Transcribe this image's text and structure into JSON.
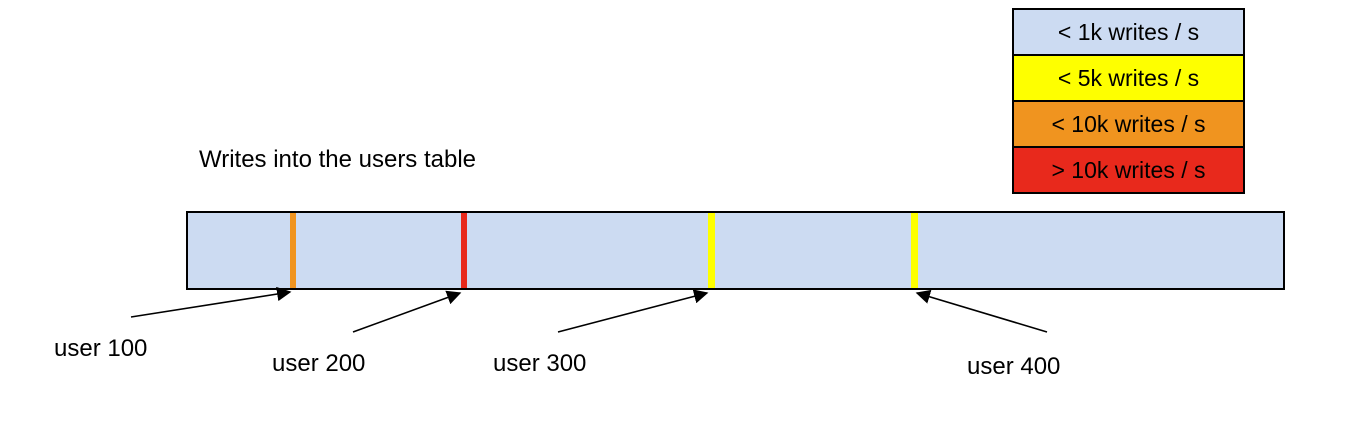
{
  "title": "Writes into the users table",
  "legend": {
    "items": [
      {
        "label": "< 1k writes / s",
        "color": "#ccdbf2"
      },
      {
        "label": "< 5k writes / s",
        "color": "#feff00"
      },
      {
        "label": "< 10k writes / s",
        "color": "#f0941f"
      },
      {
        "label": "> 10k writes / s",
        "color": "#e8291c"
      }
    ]
  },
  "bar": {
    "fill": "#ccdbf2",
    "border": "#000000"
  },
  "markers": [
    {
      "user": "user 100",
      "rate": "< 10k writes / s",
      "color": "#f0941f"
    },
    {
      "user": "user 200",
      "rate": "> 10k writes / s",
      "color": "#e8291c"
    },
    {
      "user": "user 300",
      "rate": "< 5k writes / s",
      "color": "#feff00"
    },
    {
      "user": "user 400",
      "rate": "< 5k writes / s",
      "color": "#feff00"
    }
  ]
}
